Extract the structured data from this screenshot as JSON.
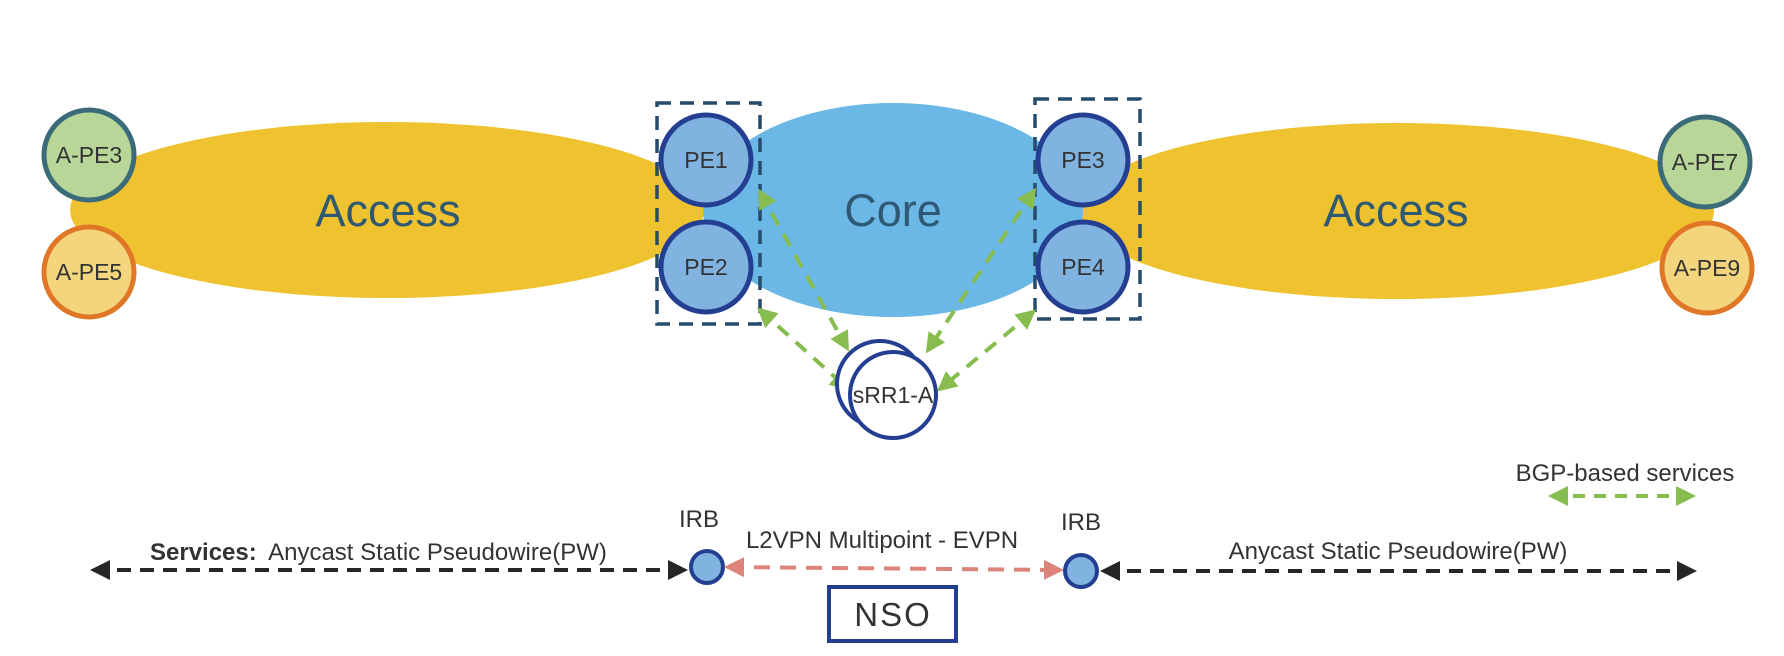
{
  "regions": {
    "access_left": {
      "label": "Access"
    },
    "core": {
      "label": "Core"
    },
    "access_right": {
      "label": "Access"
    }
  },
  "nodes": {
    "a_pe3": {
      "label": "A-PE3"
    },
    "a_pe5": {
      "label": "A-PE5"
    },
    "pe1": {
      "label": "PE1"
    },
    "pe2": {
      "label": "PE2"
    },
    "pe3": {
      "label": "PE3"
    },
    "pe4": {
      "label": "PE4"
    },
    "a_pe7": {
      "label": "A-PE7"
    },
    "a_pe9": {
      "label": "A-PE9"
    },
    "srr": {
      "label": "sRR1-A"
    }
  },
  "legend": {
    "bgp_label": "BGP-based services"
  },
  "services": {
    "left_prefix": "Services:",
    "left_label": "Anycast Static Pseudowire(PW)",
    "middle_label": "L2VPN Multipoint - EVPN",
    "right_label": "Anycast Static Pseudowire(PW)",
    "irb_left": "IRB",
    "irb_right": "IRB",
    "nso": "NSO"
  },
  "colors": {
    "access": "#efc22f",
    "core": "#6bb8e6",
    "pe_fill": "#80b3df",
    "pe_stroke": "#243f91",
    "green_node_fill": "#b7d697",
    "green_node_stroke": "#3b6b79",
    "orange_node_fill": "#f3d57d",
    "orange_node_stroke": "#e07727",
    "bgp_arrow": "#87bc4f",
    "evpn_arrow": "#dc8479",
    "pw_arrow": "#262626",
    "dashed_box": "#274b6b"
  }
}
